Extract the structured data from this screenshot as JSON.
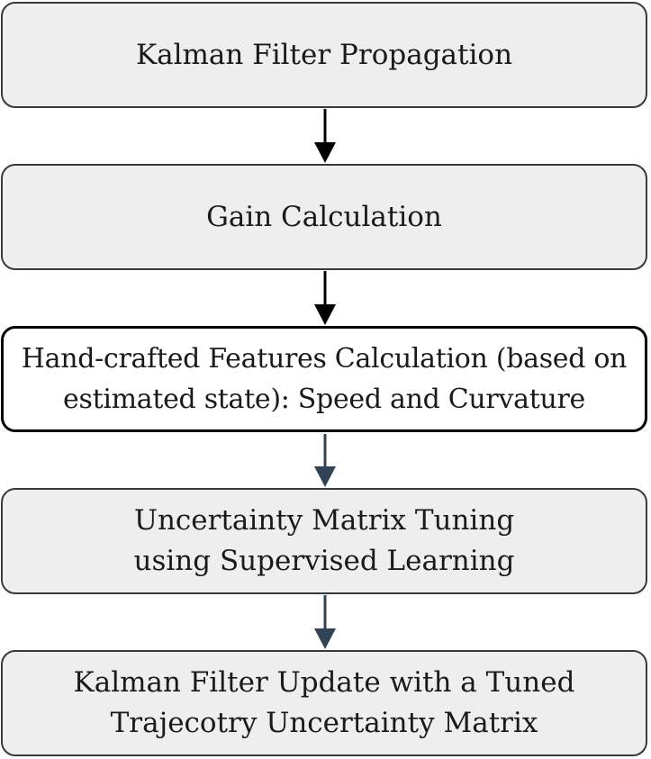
{
  "nodes": [
    {
      "lines": [
        "Kalman Filter Propagation"
      ]
    },
    {
      "lines": [
        "Gain Calculation"
      ]
    },
    {
      "lines": [
        "Hand-crafted Features Calculation (based on",
        "estimated state): Speed and Curvature"
      ]
    },
    {
      "lines": [
        "Uncertainty Matrix Tuning",
        "using Supervised Learning"
      ]
    },
    {
      "lines": [
        "Kalman Filter Update with a Tuned",
        "Trajecotry Uncertainty Matrix"
      ]
    }
  ],
  "colors": {
    "box_fill": "#eeeeee",
    "box_stroke": "#36393d",
    "highlight_stroke": "#000000",
    "arrow_dark": "#000000",
    "arrow_slate": "#314354"
  }
}
